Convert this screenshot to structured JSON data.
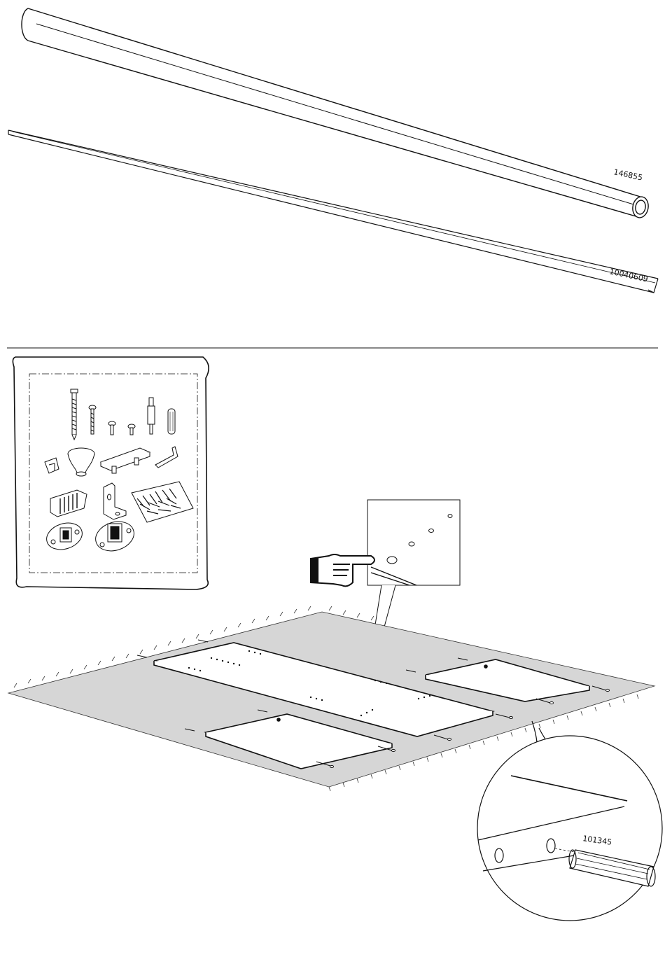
{
  "parts": {
    "rail_tube_id": "146855",
    "rail_strip_id": "10040609",
    "dowel_id": "101345"
  }
}
